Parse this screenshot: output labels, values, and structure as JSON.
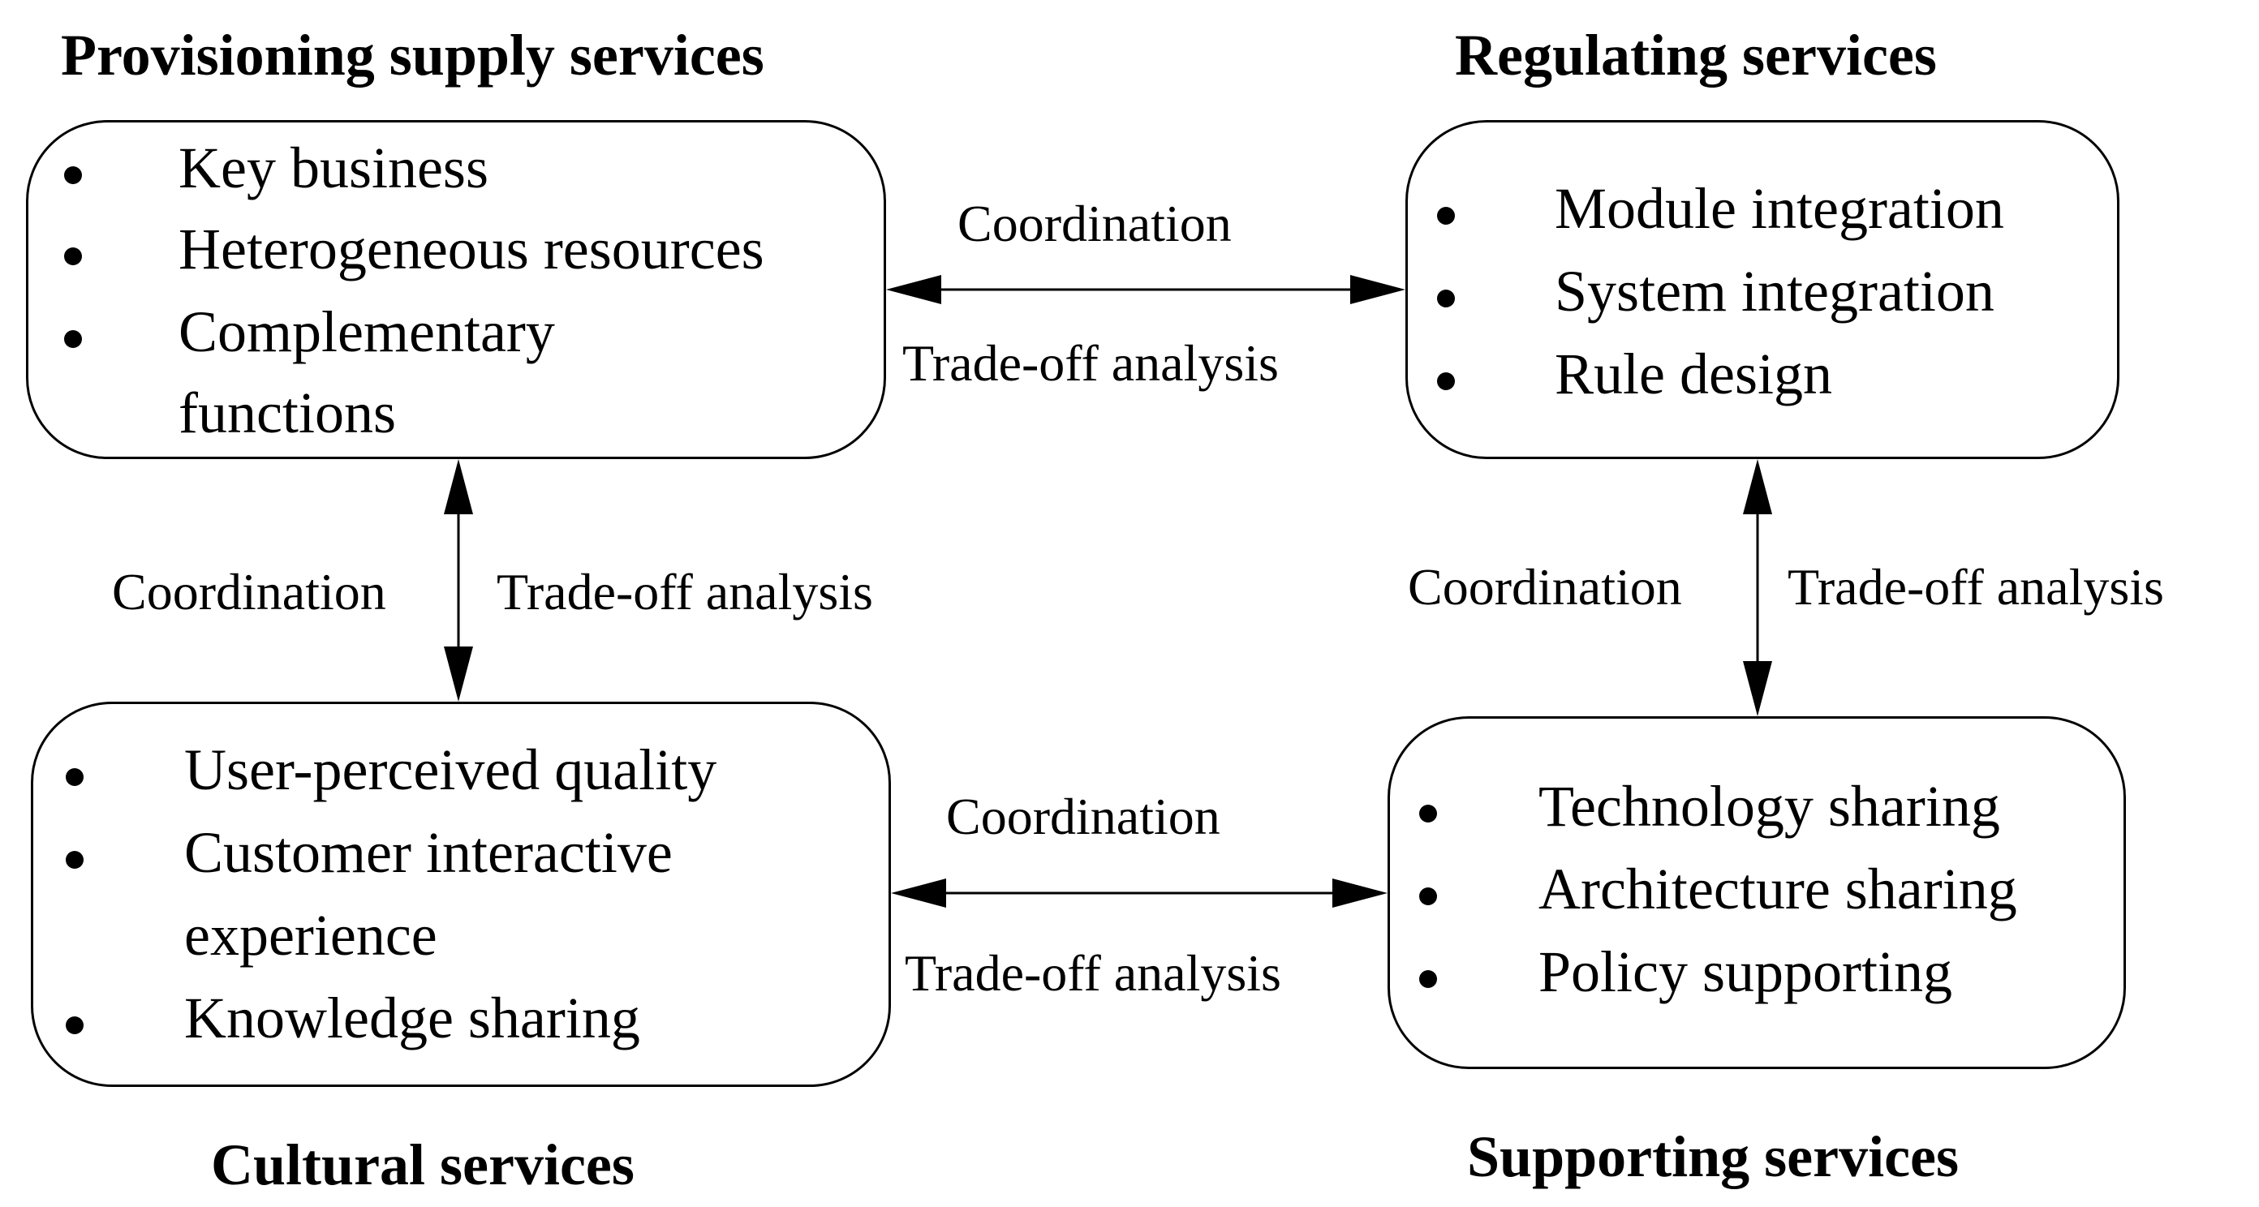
{
  "quadrants": {
    "provisioning": {
      "title": "Provisioning supply services",
      "items": [
        "Key business",
        "Heterogeneous resources",
        "Complementary",
        "functions"
      ]
    },
    "regulating": {
      "title": "Regulating services",
      "items": [
        "Module integration",
        "System integration",
        "Rule design"
      ]
    },
    "cultural": {
      "title": "Cultural services",
      "items": [
        "User-perceived quality",
        "Customer interactive",
        "experience",
        "Knowledge sharing"
      ]
    },
    "supporting": {
      "title": "Supporting services",
      "items": [
        "Technology sharing",
        "Architecture sharing",
        "Policy supporting"
      ]
    }
  },
  "connectors": {
    "top": {
      "upper": "Coordination",
      "lower": "Trade-off analysis"
    },
    "left": {
      "left": "Coordination",
      "right": "Trade-off analysis"
    },
    "right": {
      "left": "Coordination",
      "right": "Trade-off analysis"
    },
    "bottom": {
      "upper": "Coordination",
      "lower": "Trade-off analysis"
    }
  }
}
